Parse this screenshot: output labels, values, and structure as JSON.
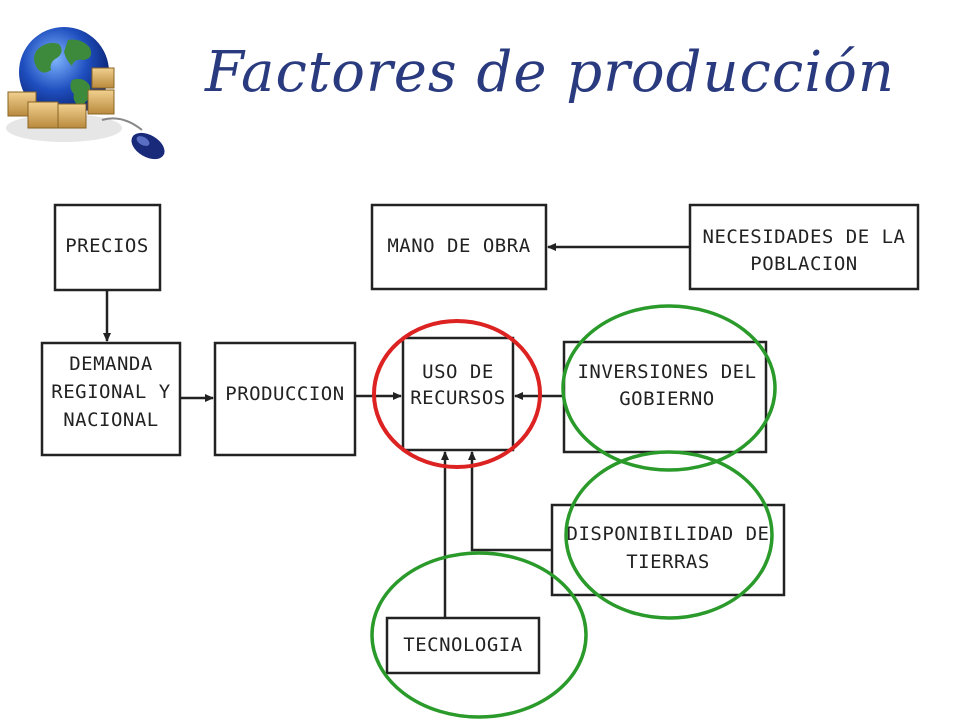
{
  "title": "Factores de producción",
  "colors": {
    "title": "#2a3a7e",
    "highlight_red": "#dd2222",
    "highlight_green": "#2a9a2a",
    "box_border": "#222222"
  },
  "icons": {
    "logo": "globe-with-boxes-and-mouse-icon"
  },
  "nodes": {
    "precios": [
      "PRECIOS"
    ],
    "mano_de_obra": [
      "MANO DE OBRA"
    ],
    "necesidades": [
      "NECESIDADES DE LA",
      "POBLACION"
    ],
    "demanda": [
      "DEMANDA",
      "REGIONAL Y",
      "NACIONAL"
    ],
    "produccion": [
      "PRODUCCION"
    ],
    "uso_recursos": [
      "USO DE",
      "RECURSOS"
    ],
    "inversiones": [
      "INVERSIONES DEL",
      "GOBIERNO"
    ],
    "disponibilidad": [
      "DISPONIBILIDAD DE",
      "TIERRAS"
    ],
    "tecnologia": [
      "TECNOLOGIA"
    ]
  }
}
